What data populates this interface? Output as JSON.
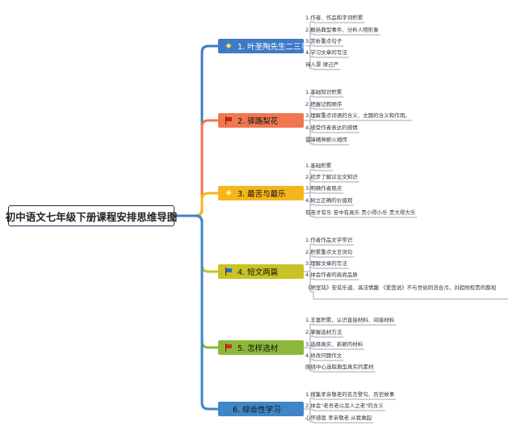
{
  "root": {
    "label": "初中语文七年级下册课程安排思维导图"
  },
  "branches": [
    {
      "label": "1. 叶圣陶先生二三事",
      "icon": "gem-icon",
      "color": "#3f7bc4",
      "text_color": "#ffffff",
      "leaves": [
        "1.作者、作品和字词积累",
        "2.概括典型事件、分析人物形象",
        "3.赏析重点句子",
        "4.学习文章的写法",
        "待人厚 律己严"
      ]
    },
    {
      "label": "2. 驿路梨花",
      "icon": "flag-icon",
      "color": "#f07850",
      "text_color": "#111111",
      "leaves": [
        "1.基础知识积累",
        "2.把握记叙顺序",
        "3.理解重点词语的含义、文题的含义和作用。",
        "4.感受作者表达的感情",
        "雷锋精神薪火相传"
      ]
    },
    {
      "label": "3. 最苦与最乐",
      "icon": "gem-icon",
      "color": "#f5b61d",
      "text_color": "#111111",
      "leaves": [
        "1.基础积累",
        "2.初步了解议论文知识",
        "3.明确作者观点",
        "4.树立正确的价值观",
        "有苦才有乐 苦中有真乐 责小得小乐 责大得大乐"
      ]
    },
    {
      "label": "4. 短文两篇",
      "icon": "flag-icon",
      "color": "#c8c225",
      "text_color": "#111111",
      "leaves": [
        "1.作者作品文学常识",
        "2.积累重点文言词句",
        "3.理解文章的写法",
        "4.体会作者的高尚品质",
        "《陋室铭》安贫乐道、高洁情趣 《爱莲说》不与世俗同流合污，对趋附权贵的鄙视"
      ]
    },
    {
      "label": "5. 怎样选材",
      "icon": "flag-icon",
      "color": "#8bb838",
      "text_color": "#111111",
      "leaves": [
        "1.丰富积累，认识直接材料、间接材料",
        "2.掌握选材方法",
        "3.选择真实、新颖的材料",
        "4.修改问题作文",
        "围绕中心选取典型真实的素材"
      ]
    },
    {
      "label": "6. 综合性学习",
      "icon": "",
      "color": "#3f86c8",
      "text_color": "#111111",
      "leaves": [
        "1.搜集孝亲敬老的名言警句、历史故事",
        "2.体会\"老吾老以及人之老\"的含义",
        "心怀感恩 孝亲敬老 从我做起"
      ]
    }
  ]
}
